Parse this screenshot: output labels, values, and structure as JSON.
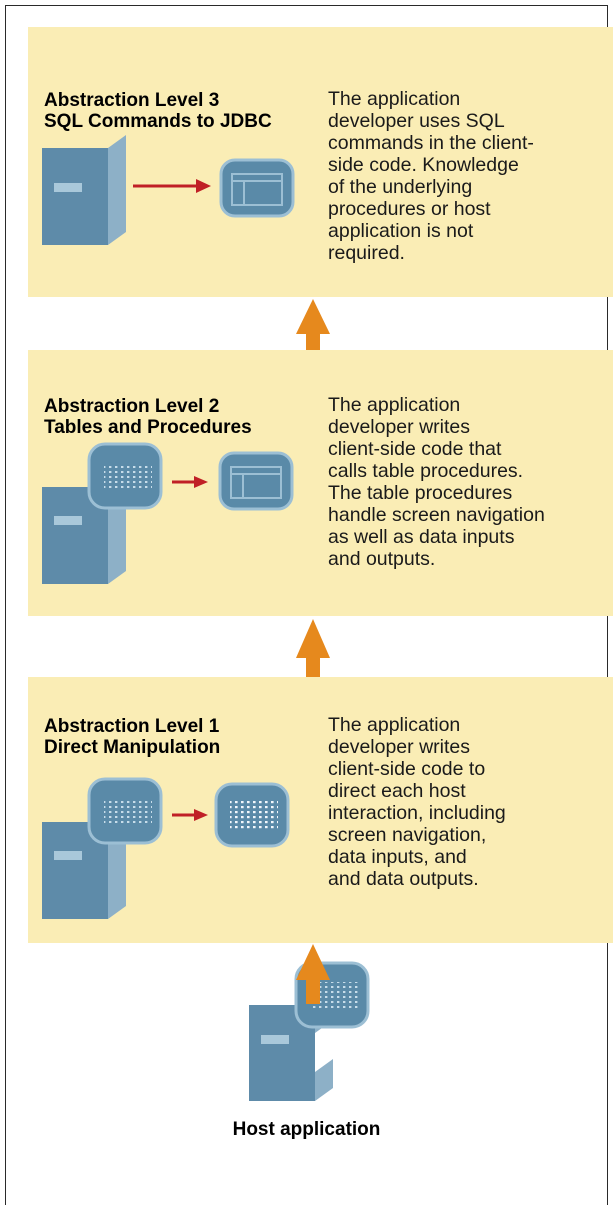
{
  "levels": [
    {
      "title_lines": [
        "Abstraction Level 3",
        "SQL Commands to JDBC"
      ],
      "desc_lines": [
        "The application",
        "developer uses SQL",
        "commands in the client-",
        "side code. Knowledge",
        "of the underlying",
        "procedures or host",
        "application is not",
        "required."
      ]
    },
    {
      "title_lines": [
        "Abstraction Level 2",
        "Tables and Procedures"
      ],
      "desc_lines": [
        "The application",
        "developer writes",
        "client-side code that",
        "calls table procedures.",
        "The table procedures",
        "handle screen navigation",
        "as well as data inputs",
        "and outputs."
      ]
    },
    {
      "title_lines": [
        "Abstraction Level 1",
        "Direct Manipulation"
      ],
      "desc_lines": [
        "The application",
        "developer writes",
        "client-side code to",
        "direct each host",
        "interaction, including",
        "screen navigation,",
        "data inputs, and",
        "and data outputs."
      ]
    }
  ],
  "host_label": "Host application",
  "colors": {
    "panel": "#faedb5",
    "server_front": "#5e8ba9",
    "server_side": "#89adc5",
    "server_slot": "#9fc1d6",
    "screen_body": "#5a8aa8",
    "screen_bezel": "#9cbfd4",
    "arrow_orange": "#e6891d",
    "arrow_red": "#c02026"
  },
  "icons": {
    "server": "server-icon",
    "terminal": "terminal-screen-icon",
    "table_window": "table-window-icon",
    "data_grid": "data-grid-screen-icon"
  }
}
